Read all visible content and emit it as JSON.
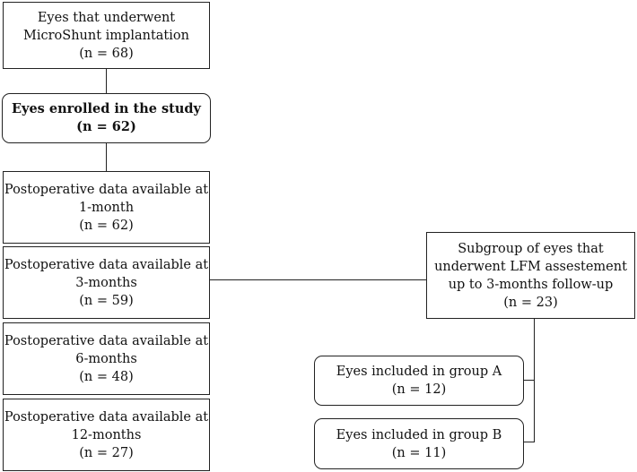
{
  "boxes": {
    "microshunt": {
      "line1": "Eyes that underwent",
      "line2": "MicroShunt implantation",
      "line3": "(n = 68)"
    },
    "enrolled": {
      "line1": "Eyes enrolled in the study",
      "line2": "(n = 62)"
    },
    "month1": {
      "line1": "Postoperative data available at",
      "line2": "1-month",
      "line3": "(n = 62)"
    },
    "month3": {
      "line1": "Postoperative data available at",
      "line2": "3-months",
      "line3": "(n = 59)"
    },
    "month6": {
      "line1": "Postoperative data available at",
      "line2": "6-months",
      "line3": "(n = 48)"
    },
    "month12": {
      "line1": "Postoperative data available at",
      "line2": "12-months",
      "line3": "(n = 27)"
    },
    "subgroup": {
      "line1": "Subgroup of eyes that",
      "line2": "underwent LFM assestement",
      "line3": "up to 3-months follow-up",
      "line4": "(n = 23)"
    },
    "groupA": {
      "line1": "Eyes included in group A",
      "line2": "(n = 12)"
    },
    "groupB": {
      "line1": "Eyes included in group B",
      "line2": "(n = 11)"
    }
  }
}
